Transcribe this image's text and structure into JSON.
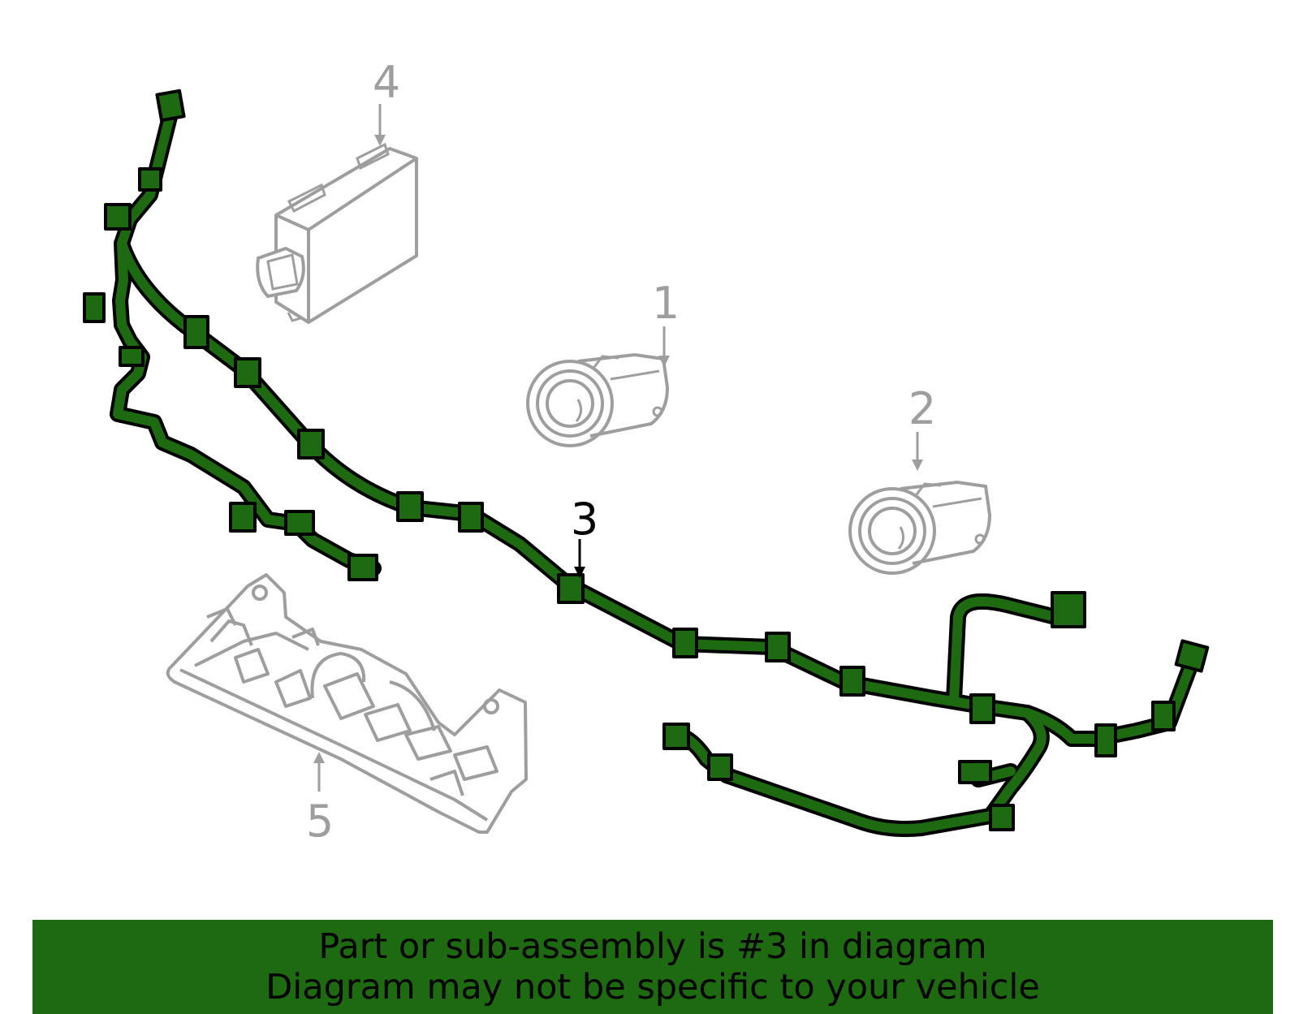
{
  "diagram": {
    "highlight_color": "#1e6a10",
    "part_color": "#9e9e9e",
    "ink_color": "#000000",
    "callouts": [
      {
        "id": "1",
        "label": "1",
        "part": "parking-sensor"
      },
      {
        "id": "2",
        "label": "2",
        "part": "parking-sensor"
      },
      {
        "id": "3",
        "label": "3",
        "part": "bumper-wiring-harness",
        "highlighted": true
      },
      {
        "id": "4",
        "label": "4",
        "part": "parking-aid-control-module"
      },
      {
        "id": "5",
        "label": "5",
        "part": "sensor-bracket"
      }
    ]
  },
  "banner": {
    "line1": "Part or sub-assembly is #3 in diagram",
    "line2": "Diagram may not be specific to your vehicle",
    "background": "#1e6a10"
  }
}
